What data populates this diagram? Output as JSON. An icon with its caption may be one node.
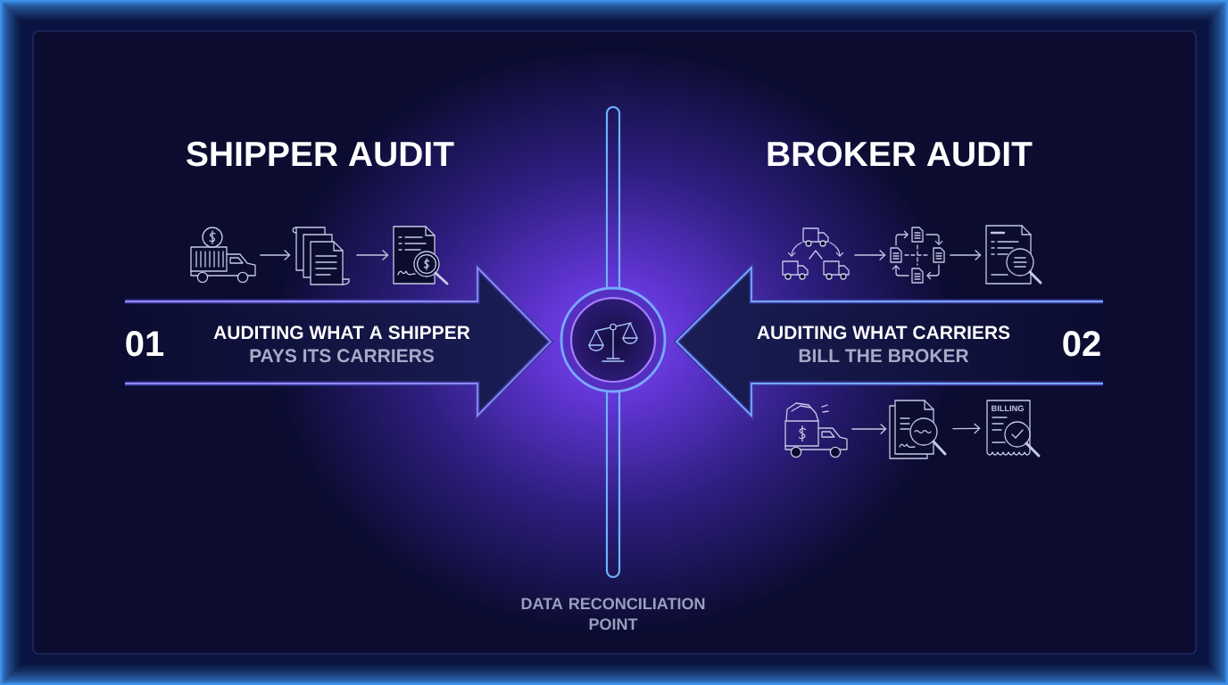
{
  "diagram": {
    "nodes": [
      {
        "text": [],
        "shape": "picture"
      },
      {
        "text": [],
        "shape": "picture"
      },
      {
        "text": [],
        "shape": "picture"
      },
      {
        "text": [],
        "shape": "picture"
      },
      {
        "text": [],
        "shape": "picture"
      },
      {
        "text": [],
        "shape": "picture"
      },
      {
        "text": [
          "01",
          "AUDITING WHAT A SHIPPER",
          "PAYS ITS CARRIERS"
        ]
      },
      {
        "text": [],
        "shape": "bar",
        "beside": [
          "DATA RECONCILIATION POINT"
        ]
      },
      {
        "text": [],
        "shape": "circle"
      },
      {
        "text": [
          "AUDITING WHAT CARRIERS",
          "BILL THE BROKER",
          "02"
        ]
      },
      {
        "text": [],
        "shape": "picture"
      },
      {
        "text": [],
        "shape": "picture"
      },
      {
        "text": [
          "BILLING"
        ]
      }
    ],
    "edges": [
      {
        "from": 0,
        "to": 1,
        "arrow": "to"
      },
      {
        "from": 1,
        "to": 2,
        "arrow": "to"
      },
      {
        "from": 3,
        "to": 4,
        "arrow": "to"
      },
      {
        "from": 4,
        "to": 5,
        "arrow": "to"
      },
      {
        "from": 10,
        "to": 11,
        "arrow": "to"
      },
      {
        "from": 11,
        "to": 12,
        "arrow": "to"
      }
    ],
    "labels": [
      "SHIPPER AUDIT",
      "BROKER AUDIT"
    ]
  }
}
